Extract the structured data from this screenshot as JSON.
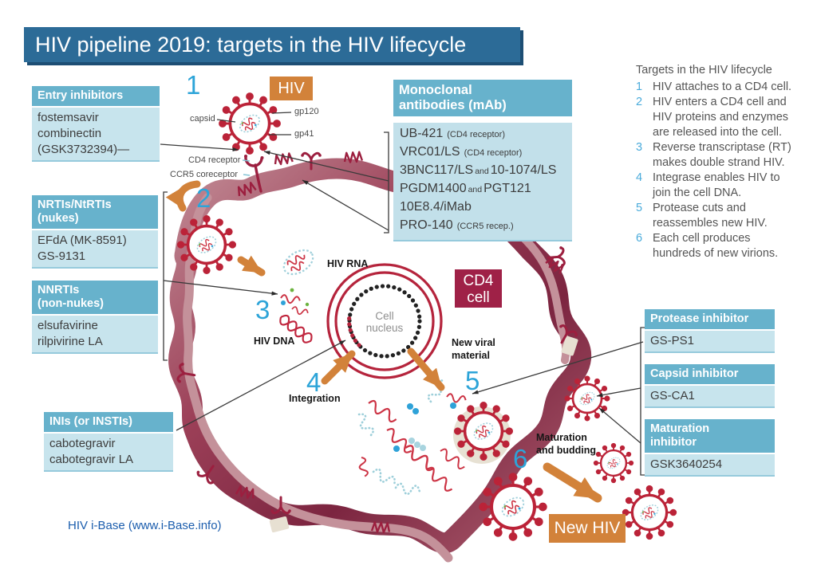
{
  "title": "HIV pipeline 2019: targets in the HIV lifecycle",
  "colors": {
    "header_bg": "#2c6b97",
    "box_header": "#67b2cc",
    "box_body": "#c7e4ed",
    "orange": "#d2823a",
    "maroon": "#9f2147",
    "virus_red": "#bb2338",
    "step_blue": "#2da4d8"
  },
  "left_boxes": {
    "entry": {
      "title": "Entry inhibitors",
      "lines": [
        "fostemsavir",
        "combinectin",
        "(GSK3732394)—"
      ]
    },
    "nrti": {
      "title1": "NRTIs/NtRTIs",
      "title2": "(nukes)",
      "lines": [
        "EFdA (MK-8591)",
        "GS-9131"
      ]
    },
    "nnrti": {
      "title1": "NNRTIs",
      "title2": "(non-nukes)",
      "lines": [
        "elsufavirine",
        "rilpivirine LA"
      ]
    },
    "ini": {
      "title": "INIs (or INSTIs)",
      "lines": [
        "cabotegravir",
        "cabotegravir LA"
      ]
    }
  },
  "right_boxes": {
    "protease": {
      "title": "Protease inhibitor",
      "drug": "GS-PS1"
    },
    "capsid": {
      "title": "Capsid inhibitor",
      "drug": "GS-CA1"
    },
    "maturation": {
      "title1": "Maturation",
      "title2": "inhibitor",
      "drug": "GSK3640254"
    }
  },
  "mab": {
    "title1": "Monoclonal",
    "title2": "antibodies (mAb)",
    "items": [
      {
        "main": "UB-421",
        "note": "(CD4 receptor)"
      },
      {
        "main": "VRC01/LS",
        "note": "(CD4 receptor)"
      },
      {
        "main": "3BNC117/LS",
        "mid": "and",
        "main2": "10-1074/LS"
      },
      {
        "main": "PGDM1400",
        "mid": "and",
        "main2": "PGT121"
      },
      {
        "main": "10E8.4/iMab"
      },
      {
        "main": "PRO-140",
        "note": "(CCR5 recep.)"
      }
    ]
  },
  "lifecycle": {
    "heading": "Targets in the HIV lifecycle",
    "steps": [
      {
        "n": "1",
        "text": "HIV attaches to a CD4 cell."
      },
      {
        "n": "2",
        "text": "HIV enters a CD4 cell and HIV proteins and enzymes are released into the cell."
      },
      {
        "n": "3",
        "text": "Reverse transcriptase (RT) makes double strand HIV."
      },
      {
        "n": "4",
        "text": "Integrase enables HIV to join the cell DNA."
      },
      {
        "n": "5",
        "text": "Protease cuts and reassembles new HIV."
      },
      {
        "n": "6",
        "text": "Each cell produces hundreds of new virions."
      }
    ]
  },
  "diagram": {
    "hiv_tag": "HIV",
    "new_hiv_tag": "New HIV",
    "cd4_cell": {
      "line1": "CD4",
      "line2": "cell"
    },
    "numbers": {
      "n1": "1",
      "n2": "2",
      "n3": "3",
      "n4": "4",
      "n5": "5",
      "n6": "6"
    },
    "labels": {
      "capsid": "capsid",
      "gp120": "gp120",
      "gp41": "gp41",
      "cd4_receptor": "CD4 receptor",
      "ccr5_coreceptor": "CCR5 coreceptor",
      "hiv_rna": "HIV RNA",
      "hiv_dna": "HIV DNA",
      "integration": "Integration",
      "new_viral_1": "New viral",
      "new_viral_2": "material",
      "maturation_1": "Maturation",
      "maturation_2": "and budding",
      "nucleus_1": "Cell",
      "nucleus_2": "nucleus"
    }
  },
  "footer": {
    "credit": "HIV i-Base (www.i-Base.info)"
  }
}
